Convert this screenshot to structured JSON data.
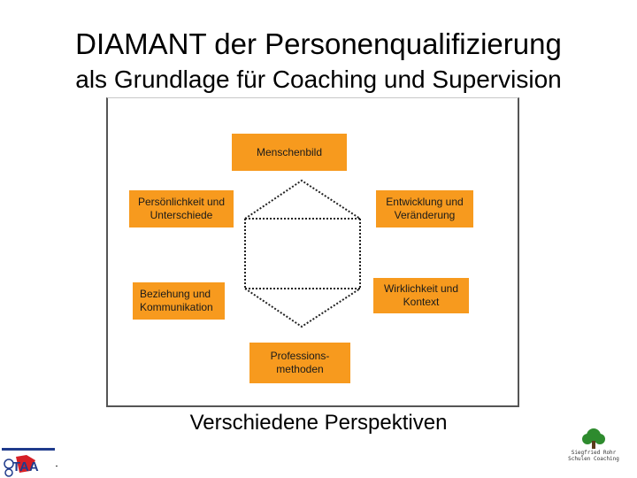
{
  "slide": {
    "title": "DIAMANT der Personenqualifizierung",
    "subtitle": "als Grundlage für Coaching und Supervision",
    "caption": "Verschiedene Perspektiven"
  },
  "diagram": {
    "nodes": {
      "top": "Menschenbild",
      "upper_left": "Persönlichkeit und\nUnterschiede",
      "upper_right": "Entwicklung und\nVeränderung",
      "lower_left": "Beziehung und\nKommunikation",
      "lower_right": "Wirklichkeit und\nKontext",
      "bottom": "Professions-\nmethoden"
    },
    "node_color": "#f79a1e",
    "outline_style": "dotted"
  },
  "logos": {
    "left_logo": "TAA",
    "right_logo": "Siegfried Rohr\nSchulen Coaching",
    "colors": {
      "logo_blue": "#1f3b8c",
      "logo_red": "#d61f26",
      "tree_green": "#2e8b2e"
    }
  }
}
